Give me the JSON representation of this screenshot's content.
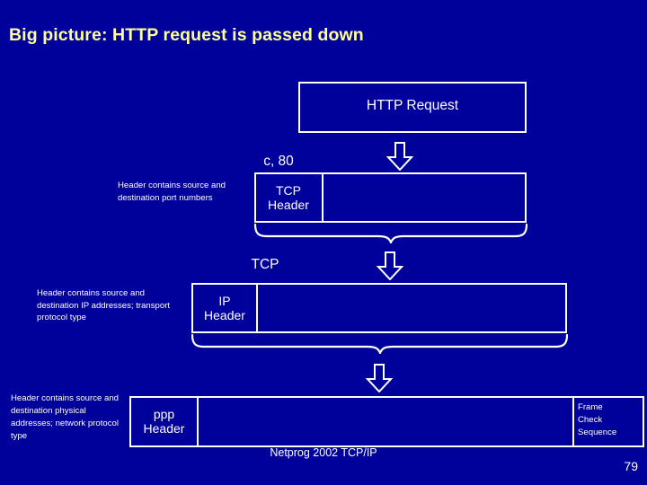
{
  "slide": {
    "title": "Big picture: HTTP request is passed down",
    "background_color": "#00009B",
    "title_color": "#FFFF99",
    "stroke_color": "#FFFFFF",
    "page_number": "79",
    "footer": "Netprog 2002  TCP/IP"
  },
  "layers": {
    "http": {
      "box_label": "HTTP Request"
    },
    "tcp": {
      "ports_label": "c, 80",
      "box_label": "TCP\nHeader",
      "side_note": "Header contains source and destination port numbers",
      "flow_label": "TCP"
    },
    "ip": {
      "box_label": "IP\nHeader",
      "side_note": "Header contains source and destination IP addresses; transport protocol type"
    },
    "ppp": {
      "box_label": "ppp\nHeader",
      "side_note": "Header contains source and destination physical addresses; network  protocol type",
      "trailer_label": "Frame\nCheck\nSequence"
    }
  },
  "icons": {
    "arrow_http_to_tcp": "arrow-down-icon",
    "arrow_tcp_to_ip": "arrow-down-icon",
    "arrow_ip_to_ppp": "arrow-down-icon",
    "brace_tcp": "curly-brace-icon",
    "brace_ip": "curly-brace-icon"
  }
}
